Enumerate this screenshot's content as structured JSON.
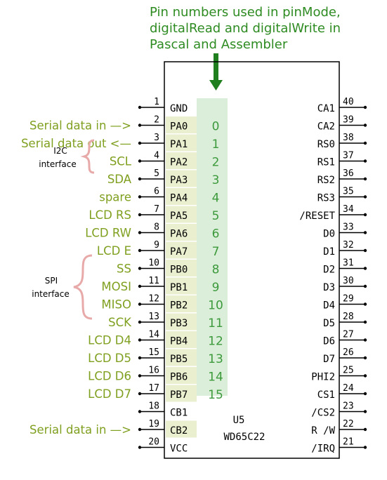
{
  "header": {
    "lines": [
      "Pin numbers used in pinMode,",
      "digitalRead and digitalWrite in",
      "Pascal and Assembler"
    ]
  },
  "chip": {
    "ref": "U5",
    "part": "WD65C22"
  },
  "left_pins": [
    {
      "num": "1",
      "name": "GND",
      "logical": "",
      "annotation": ""
    },
    {
      "num": "2",
      "name": "PA0",
      "logical": "0",
      "annotation": "Serial data in —>"
    },
    {
      "num": "3",
      "name": "PA1",
      "logical": "1",
      "annotation": "Serial data out <—"
    },
    {
      "num": "4",
      "name": "PA2",
      "logical": "2",
      "annotation": "SCL"
    },
    {
      "num": "5",
      "name": "PA3",
      "logical": "3",
      "annotation": "SDA"
    },
    {
      "num": "6",
      "name": "PA4",
      "logical": "4",
      "annotation": "spare"
    },
    {
      "num": "7",
      "name": "PA5",
      "logical": "5",
      "annotation": "LCD RS"
    },
    {
      "num": "8",
      "name": "PA6",
      "logical": "6",
      "annotation": "LCD RW"
    },
    {
      "num": "9",
      "name": "PA7",
      "logical": "7",
      "annotation": "LCD E"
    },
    {
      "num": "10",
      "name": "PB0",
      "logical": "8",
      "annotation": "SS"
    },
    {
      "num": "11",
      "name": "PB1",
      "logical": "9",
      "annotation": "MOSI"
    },
    {
      "num": "12",
      "name": "PB2",
      "logical": "10",
      "annotation": "MISO"
    },
    {
      "num": "13",
      "name": "PB3",
      "logical": "11",
      "annotation": "SCK"
    },
    {
      "num": "14",
      "name": "PB4",
      "logical": "12",
      "annotation": "LCD D4"
    },
    {
      "num": "15",
      "name": "PB5",
      "logical": "13",
      "annotation": "LCD D5"
    },
    {
      "num": "16",
      "name": "PB6",
      "logical": "14",
      "annotation": "LCD D6"
    },
    {
      "num": "17",
      "name": "PB7",
      "logical": "15",
      "annotation": "LCD D7"
    },
    {
      "num": "18",
      "name": "CB1",
      "logical": "",
      "annotation": ""
    },
    {
      "num": "19",
      "name": "CB2",
      "logical": "",
      "annotation": "Serial data in —>"
    },
    {
      "num": "20",
      "name": "VCC",
      "logical": "",
      "annotation": ""
    }
  ],
  "right_pins": [
    {
      "num": "40",
      "name": "CA1"
    },
    {
      "num": "39",
      "name": "CA2"
    },
    {
      "num": "38",
      "name": "RS0"
    },
    {
      "num": "37",
      "name": "RS1"
    },
    {
      "num": "36",
      "name": "RS2"
    },
    {
      "num": "35",
      "name": "RS3"
    },
    {
      "num": "34",
      "name": "/RESET"
    },
    {
      "num": "33",
      "name": "D0"
    },
    {
      "num": "32",
      "name": "D1"
    },
    {
      "num": "31",
      "name": "D2"
    },
    {
      "num": "30",
      "name": "D3"
    },
    {
      "num": "29",
      "name": "D4"
    },
    {
      "num": "28",
      "name": "D5"
    },
    {
      "num": "27",
      "name": "D6"
    },
    {
      "num": "26",
      "name": "D7"
    },
    {
      "num": "25",
      "name": "PHI2"
    },
    {
      "num": "24",
      "name": "CS1"
    },
    {
      "num": "23",
      "name": "/CS2"
    },
    {
      "num": "22",
      "name": "R /W"
    },
    {
      "num": "21",
      "name": "/IRQ"
    }
  ],
  "groups": {
    "i2c": {
      "line1": "I2C",
      "line2": "interface"
    },
    "spi": {
      "line1": "SPI",
      "line2": "interface"
    }
  },
  "colors": {
    "annotation_text": "#7f9f1f",
    "logical_text": "#3c9a3c",
    "header_text": "#2e8b22",
    "arrow": "#1f7f1f",
    "highlight": "#dbeed9",
    "pin_highlight": "#e9efcf",
    "brace": "#e8a9a9",
    "ink": "#000000"
  }
}
